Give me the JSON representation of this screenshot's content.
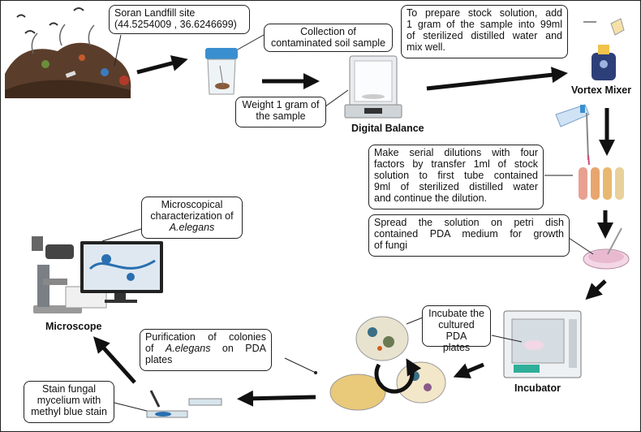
{
  "site": {
    "lines": [
      "Soran Landfill site",
      "(44.5254009 , 36.6246699)"
    ]
  },
  "collection": {
    "lines": [
      "Collection of",
      "contaminated soil sample"
    ]
  },
  "weigh": {
    "lines": [
      "Weight 1 gram of",
      "the sample"
    ]
  },
  "balance_label": "Digital Balance",
  "stock": {
    "lines": [
      "To prepare stock solution, add",
      "1 gram of the sample into 99ml",
      "of sterilized distilled water and",
      "mix well."
    ]
  },
  "vortex_label": "Vortex Mixer",
  "dilution": {
    "lines": [
      "Make serial dilutions with four",
      "factors by transfer 1ml of stock",
      "solution to first tube contained",
      "9ml of sterilized distilled water",
      "and  continue the dilution."
    ]
  },
  "spread": {
    "lines": [
      "Spread the solution on petri dish",
      "contained PDA medium for growth",
      "of fungi"
    ]
  },
  "incubate": {
    "lines": [
      "Incubate the",
      "cultured PDA",
      "plates"
    ]
  },
  "incubator_label": "Incubator",
  "purification": {
    "line1": "Purification of colonies",
    "line2_prefix": "of ",
    "line2_species": "A.elegans",
    "line2_suffix": " on PDA",
    "line3": "plates"
  },
  "stain": {
    "lines": [
      "Stain fungal",
      "mycelium with",
      "methyl blue stain"
    ]
  },
  "microscope_label": "Microscope",
  "micro_char": {
    "line1": "Microscopical",
    "line2": "characterization of",
    "line3_species": "A.elegans"
  },
  "colors": {
    "arrow": "#111111",
    "stain_blue": "#2a6fb0",
    "agar": "#e9c97a",
    "tube_pink": "#e8a090"
  }
}
